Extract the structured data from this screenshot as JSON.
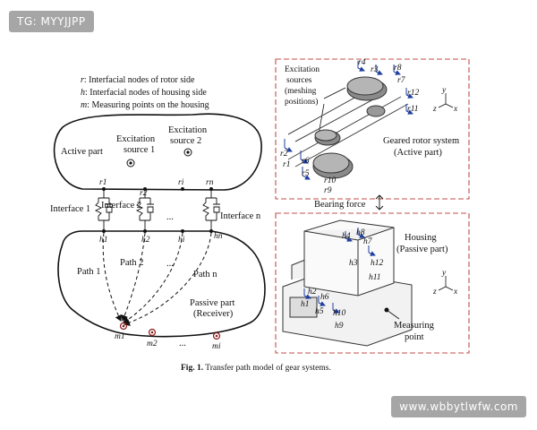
{
  "watermarks": {
    "top_left": "TG: MYYJJPP",
    "bottom_right": "www.wbbytlwfw.com"
  },
  "legend": [
    {
      "sym": "r",
      "text": ": Interfacial nodes of rotor side"
    },
    {
      "sym": "h",
      "text": ": Interfacial nodes of housing side"
    },
    {
      "sym": "m",
      "text": ": Measuring points on the housing"
    }
  ],
  "left": {
    "active_part": "Active part",
    "excitation_source_1": [
      "Excitation",
      "source 1"
    ],
    "excitation_source_2": [
      "Excitation",
      "source 2"
    ],
    "rotor_nodes": [
      "r1",
      "r2",
      "ri",
      "rn"
    ],
    "interfaces": [
      "Interface 1",
      "Interface 2",
      "Interface n"
    ],
    "housing_nodes": [
      "h1",
      "h2",
      "hi",
      "hn"
    ],
    "paths": [
      "Path 1",
      "Path 2",
      "Path n"
    ],
    "dots": "...",
    "passive_part": [
      "Passive part",
      "(Receiver)"
    ],
    "measuring_points": [
      "m1",
      "m2",
      "mi"
    ]
  },
  "right_top": {
    "excitation_sources": [
      "Excitation",
      "sources",
      "(meshing",
      "positions)"
    ],
    "geared_rotor": [
      "Geared rotor system",
      "(Active part)"
    ],
    "node_labels": [
      "r1",
      "r2",
      "r3",
      "r4",
      "r5",
      "r6",
      "r7",
      "r8",
      "r9",
      "r10",
      "r11",
      "r12"
    ]
  },
  "bearing_force": "Bearing force",
  "right_bottom": {
    "housing": [
      "Housing",
      "(Passive part)"
    ],
    "measuring_point": [
      "Measuring",
      "point"
    ],
    "node_labels": [
      "h1",
      "h2",
      "h3",
      "h4",
      "h5",
      "h6",
      "h7",
      "h8",
      "h9",
      "h10",
      "h11",
      "h12"
    ]
  },
  "axes_labels": {
    "y": "y",
    "z": "z",
    "x": "x"
  },
  "caption": {
    "fig": "Fig. 1.",
    "text": "Transfer path model of gear systems."
  },
  "colors": {
    "frame": "#c0504d",
    "blue": "#1f3f9f",
    "line": "#111111"
  }
}
